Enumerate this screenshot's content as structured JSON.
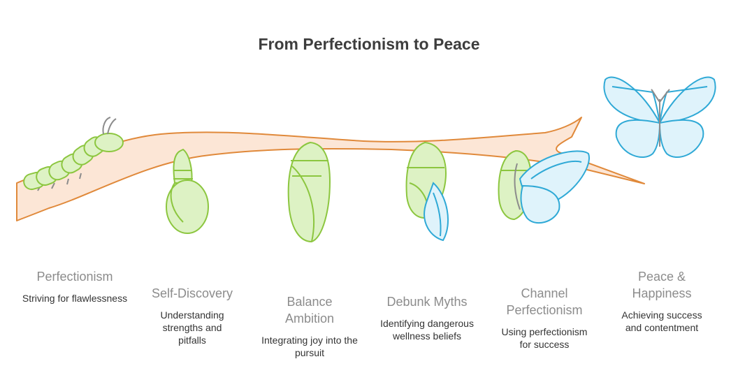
{
  "title": "From Perfectionism to Peace",
  "stages": [
    {
      "name": "Perfectionism",
      "description": "Striving for flawlessness"
    },
    {
      "name": "Self-Discovery",
      "description": "Understanding strengths and pitfalls"
    },
    {
      "name": "Balance Ambition",
      "description": "Integrating joy into the pursuit"
    },
    {
      "name": "Debunk Myths",
      "description": "Identifying dangerous wellness beliefs"
    },
    {
      "name": "Channel Perfectionism",
      "description": "Using perfectionism for success"
    },
    {
      "name": "Peace & Happiness",
      "description": "Achieving success and contentment"
    }
  ],
  "colors": {
    "branch_fill": "#fce6d6",
    "branch_stroke": "#e0893a",
    "green_fill": "#ddf2c4",
    "green_stroke": "#8cc63f",
    "blue_fill": "#dff3fb",
    "blue_stroke": "#2fa9d6",
    "antenna": "#8c8c8c"
  }
}
